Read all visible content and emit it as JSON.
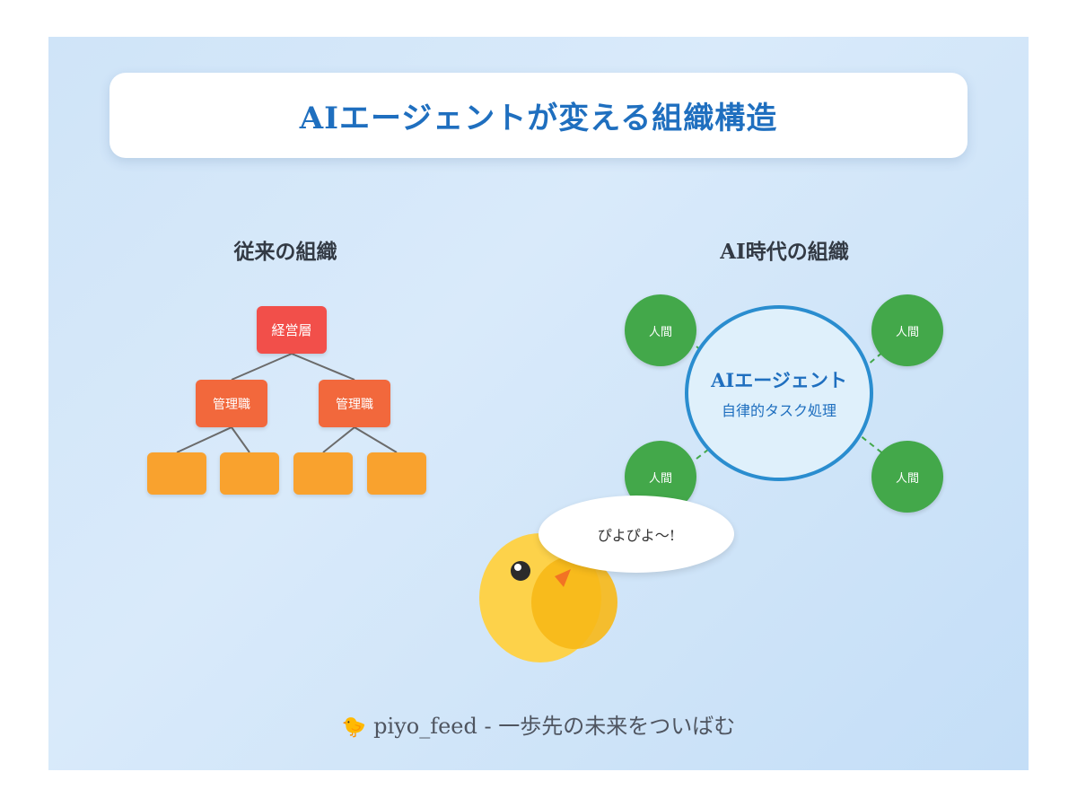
{
  "title": "AIエージェントが変える組織構造",
  "traditional": {
    "heading": "従来の組織",
    "exec_label": "経営層",
    "managers": [
      "管理職",
      "管理職"
    ]
  },
  "ai_era": {
    "heading": "AI時代の組織",
    "humans": [
      "人間",
      "人間",
      "人間",
      "人間"
    ],
    "agent_title": "AIエージェント",
    "agent_subtitle": "自律的タスク処理"
  },
  "mascot": {
    "speech": "ぴよぴよ〜!",
    "icon": "chick-icon"
  },
  "footer": {
    "icon": "🐤",
    "text": "piyo_feed - 一歩先の未来をついばむ"
  },
  "colors": {
    "title": "#1f6fbf",
    "exec": "#f24f4a",
    "manager": "#f2683c",
    "staff": "#f9a22e",
    "human": "#43a84a",
    "agent_border": "#2a8dcf"
  }
}
